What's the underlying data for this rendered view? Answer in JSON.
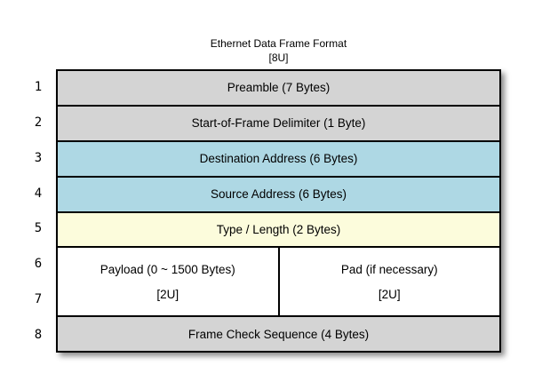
{
  "title": {
    "line1": "Ethernet Data Frame Format",
    "line2": "[8U]"
  },
  "row_numbers": [
    "1",
    "2",
    "3",
    "4",
    "5",
    "6",
    "7",
    "8"
  ],
  "rows": [
    {
      "label": "Preamble (7 Bytes)",
      "color": "gray"
    },
    {
      "label": "Start-of-Frame Delimiter (1 Byte)",
      "color": "gray"
    },
    {
      "label": "Destination Address (6 Bytes)",
      "color": "blue"
    },
    {
      "label": "Source Address (6 Bytes)",
      "color": "blue"
    },
    {
      "label": "Type / Length (2 Bytes)",
      "color": "yellow"
    },
    {
      "split": true,
      "color": "white",
      "cells": [
        {
          "line1": "Payload (0 ~ 1500 Bytes)",
          "line2": "[2U]"
        },
        {
          "line1": "Pad (if necessary)",
          "line2": "[2U]"
        }
      ]
    },
    {
      "label": "Frame Check Sequence (4 Bytes)",
      "color": "gray"
    }
  ],
  "colors": {
    "gray": "#d4d4d4",
    "blue": "#aed8e4",
    "yellow": "#fcfcdc",
    "white": "#ffffff",
    "border": "#000000",
    "text": "#000000",
    "background": "#ffffff"
  }
}
